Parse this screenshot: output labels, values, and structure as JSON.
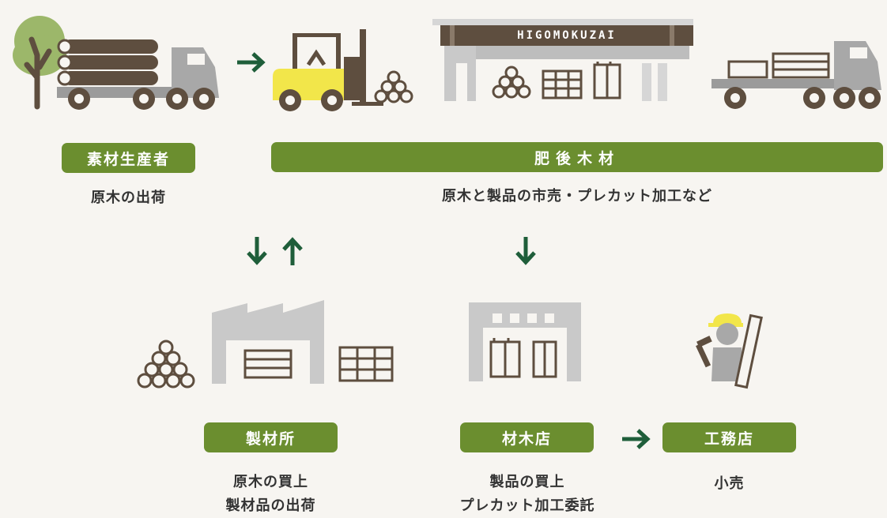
{
  "colors": {
    "green_badge": "#6b8e2f",
    "arrow_green": "#1f5e3a",
    "brown": "#5e4e3f",
    "gray": "#a8a8a8",
    "light_gray": "#d6d6d6",
    "yellow": "#f2e64a",
    "tree_green": "#9cb76a",
    "background": "#f7f5f1"
  },
  "top_row": {
    "store_sign": "HIGOMOKUZAI"
  },
  "labels": {
    "producer": "素材生産者",
    "higo": "肥後木材",
    "sawmill": "製材所",
    "lumber_store": "材木店",
    "builder": "工務店"
  },
  "descriptions": {
    "producer": "原木の出荷",
    "higo": "原木と製品の市売・プレカット加工など",
    "sawmill_line1": "原木の買上",
    "sawmill_line2": "製材品の出荷",
    "store_line1": "製品の買上",
    "store_line2": "プレカット加工委託",
    "builder": "小売"
  },
  "icons": [
    "tree-icon",
    "log-truck-icon",
    "forklift-icon",
    "log-pile-icon",
    "warehouse-icon",
    "lumber-truck-icon",
    "factory-icon",
    "lumber-stack-icon",
    "store-icon",
    "carpenter-icon",
    "arrow-right-icon",
    "arrow-down-icon",
    "arrow-up-icon"
  ]
}
